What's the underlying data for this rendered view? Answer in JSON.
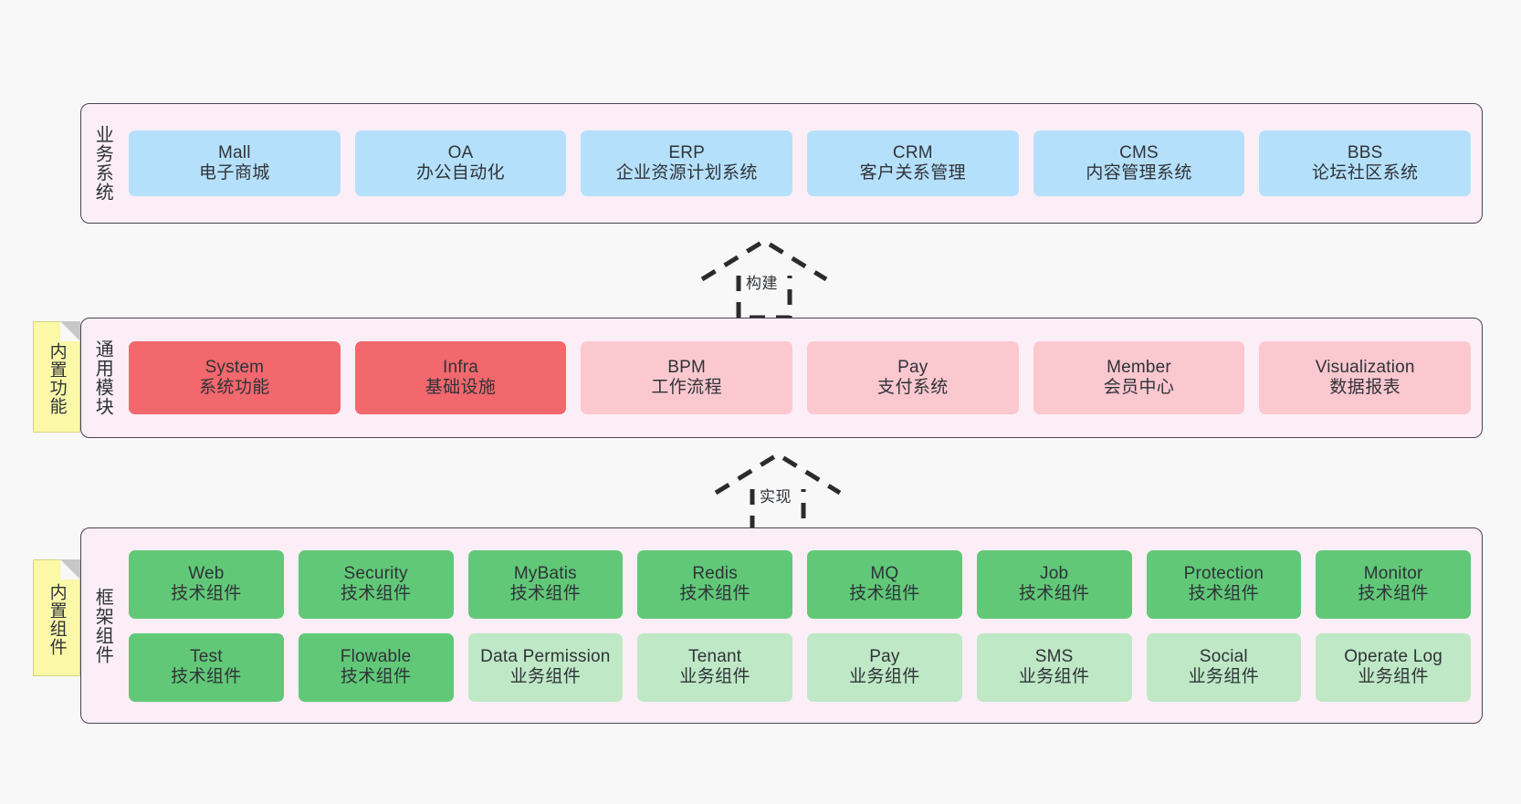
{
  "diagram": {
    "title": "",
    "colors": {
      "layer_bg": "#fbeef6",
      "layer_border": "#4a4451",
      "business_card": "#b5e0fb",
      "core_module": "#f2686d",
      "optional_module": "#fbc8d0",
      "tech_component": "#61c878",
      "biz_component": "#bfe8c6",
      "note_bg": "#fbf8a8",
      "page_bg": "#f8f8f8"
    }
  },
  "layers": {
    "business": {
      "label": "业务系统",
      "cards": [
        {
          "en": "Mall",
          "cn": "电子商城"
        },
        {
          "en": "OA",
          "cn": "办公自动化"
        },
        {
          "en": "ERP",
          "cn": "企业资源计划系统"
        },
        {
          "en": "CRM",
          "cn": "客户关系管理"
        },
        {
          "en": "CMS",
          "cn": "内容管理系统"
        },
        {
          "en": "BBS",
          "cn": "论坛社区系统"
        }
      ]
    },
    "common": {
      "label": "通用模块",
      "note": "内置功能",
      "cards": [
        {
          "en": "System",
          "cn": "系统功能",
          "style": "red"
        },
        {
          "en": "Infra",
          "cn": "基础设施",
          "style": "red"
        },
        {
          "en": "BPM",
          "cn": "工作流程",
          "style": "pink"
        },
        {
          "en": "Pay",
          "cn": "支付系统",
          "style": "pink"
        },
        {
          "en": "Member",
          "cn": "会员中心",
          "style": "pink"
        },
        {
          "en": "Visualization",
          "cn": "数据报表",
          "style": "pink"
        }
      ]
    },
    "framework": {
      "label": "框架组件",
      "note": "内置组件",
      "row1": [
        {
          "en": "Web",
          "cn": "技术组件",
          "style": "green"
        },
        {
          "en": "Security",
          "cn": "技术组件",
          "style": "green"
        },
        {
          "en": "MyBatis",
          "cn": "技术组件",
          "style": "green"
        },
        {
          "en": "Redis",
          "cn": "技术组件",
          "style": "green"
        },
        {
          "en": "MQ",
          "cn": "技术组件",
          "style": "green"
        },
        {
          "en": "Job",
          "cn": "技术组件",
          "style": "green"
        },
        {
          "en": "Protection",
          "cn": "技术组件",
          "style": "green"
        },
        {
          "en": "Monitor",
          "cn": "技术组件",
          "style": "green"
        }
      ],
      "row2": [
        {
          "en": "Test",
          "cn": "技术组件",
          "style": "green"
        },
        {
          "en": "Flowable",
          "cn": "技术组件",
          "style": "green"
        },
        {
          "en": "Data Permission",
          "cn": "业务组件",
          "style": "mint"
        },
        {
          "en": "Tenant",
          "cn": "业务组件",
          "style": "mint"
        },
        {
          "en": "Pay",
          "cn": "业务组件",
          "style": "mint"
        },
        {
          "en": "SMS",
          "cn": "业务组件",
          "style": "mint"
        },
        {
          "en": "Social",
          "cn": "业务组件",
          "style": "mint"
        },
        {
          "en": "Operate Log",
          "cn": "业务组件",
          "style": "mint"
        }
      ]
    }
  },
  "connectors": [
    {
      "id": "build",
      "label": "构建",
      "direction": "up"
    },
    {
      "id": "implement",
      "label": "实现",
      "direction": "up"
    }
  ]
}
